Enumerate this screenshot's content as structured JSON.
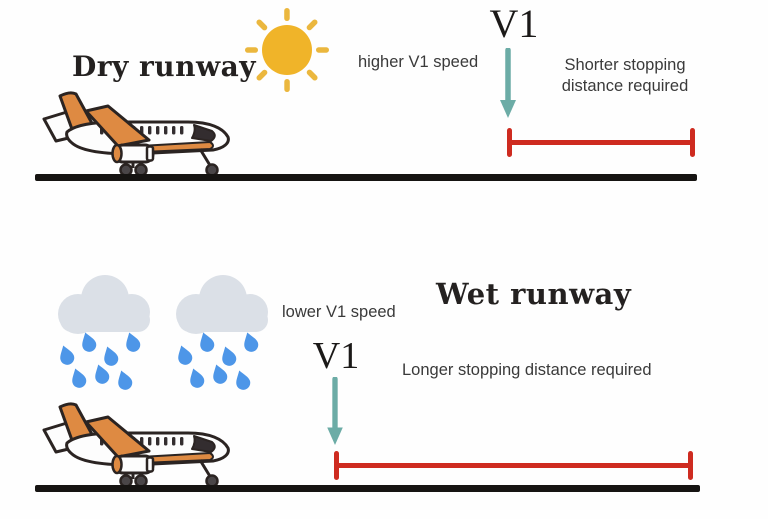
{
  "diagram": {
    "dry": {
      "title": "Dry runway",
      "v1_label": "V1",
      "speed_note": "higher V1 speed",
      "stopping_note_line1": "Shorter stopping",
      "stopping_note_line2": "distance required"
    },
    "wet": {
      "title": "Wet runway",
      "v1_label": "V1",
      "speed_note": "lower V1 speed",
      "stopping_note": "Longer stopping distance required"
    },
    "colors": {
      "measure_red": "#CE2B20",
      "arrow_teal": "#6CACA6",
      "sun_gold": "#F0B429",
      "cloud_gray": "#DBE0E7",
      "rain_blue": "#4D96E8",
      "plane_orange": "#DE8A42",
      "outline_dark": "#2B2422",
      "runway_black": "#161412",
      "heading_text": "#242120",
      "body_text": "#3A3A3A"
    }
  }
}
